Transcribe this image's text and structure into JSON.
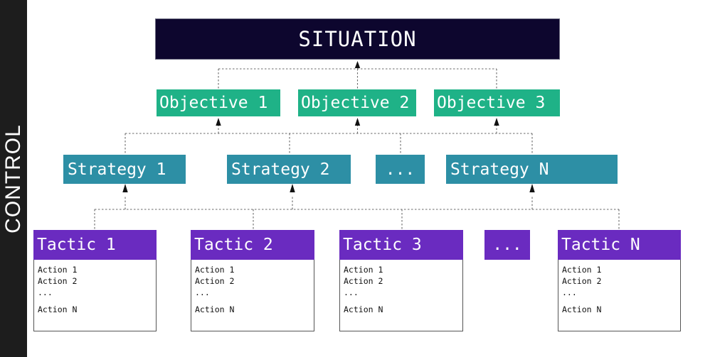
{
  "sidebar": {
    "label": "CONTROL"
  },
  "colors": {
    "sidebar_bg": "#1d1d1d",
    "situation_bg": "#0d062e",
    "objective_bg": "#1fb287",
    "strategy_bg": "#2d8fa5",
    "tactic_header_bg": "#6a2bc0",
    "tactic_body_bg": "#ffffff",
    "connector": "#6a6a6a",
    "page_bg": "#ffffff",
    "text_light": "#ffffff",
    "text_dark": "#101010"
  },
  "situation": {
    "label": "SITUATION"
  },
  "objectives": [
    {
      "label": "Objective 1"
    },
    {
      "label": "Objective 2"
    },
    {
      "label": "Objective 3"
    }
  ],
  "strategies": [
    {
      "label": "Strategy 1"
    },
    {
      "label": "Strategy 2"
    },
    {
      "label": "..."
    },
    {
      "label": "Strategy N"
    }
  ],
  "tactics": [
    {
      "label": "Tactic 1",
      "actions": [
        "Action 1",
        "Action 2",
        "...",
        "Action N"
      ]
    },
    {
      "label": "Tactic 2",
      "actions": [
        "Action 1",
        "Action 2",
        "...",
        "Action N"
      ]
    },
    {
      "label": "Tactic 3",
      "actions": [
        "Action 1",
        "Action 2",
        "...",
        "Action N"
      ]
    },
    {
      "label": "...",
      "actions": []
    },
    {
      "label": "Tactic N",
      "actions": [
        "Action 1",
        "Action 2",
        "...",
        "Action N"
      ]
    }
  ]
}
